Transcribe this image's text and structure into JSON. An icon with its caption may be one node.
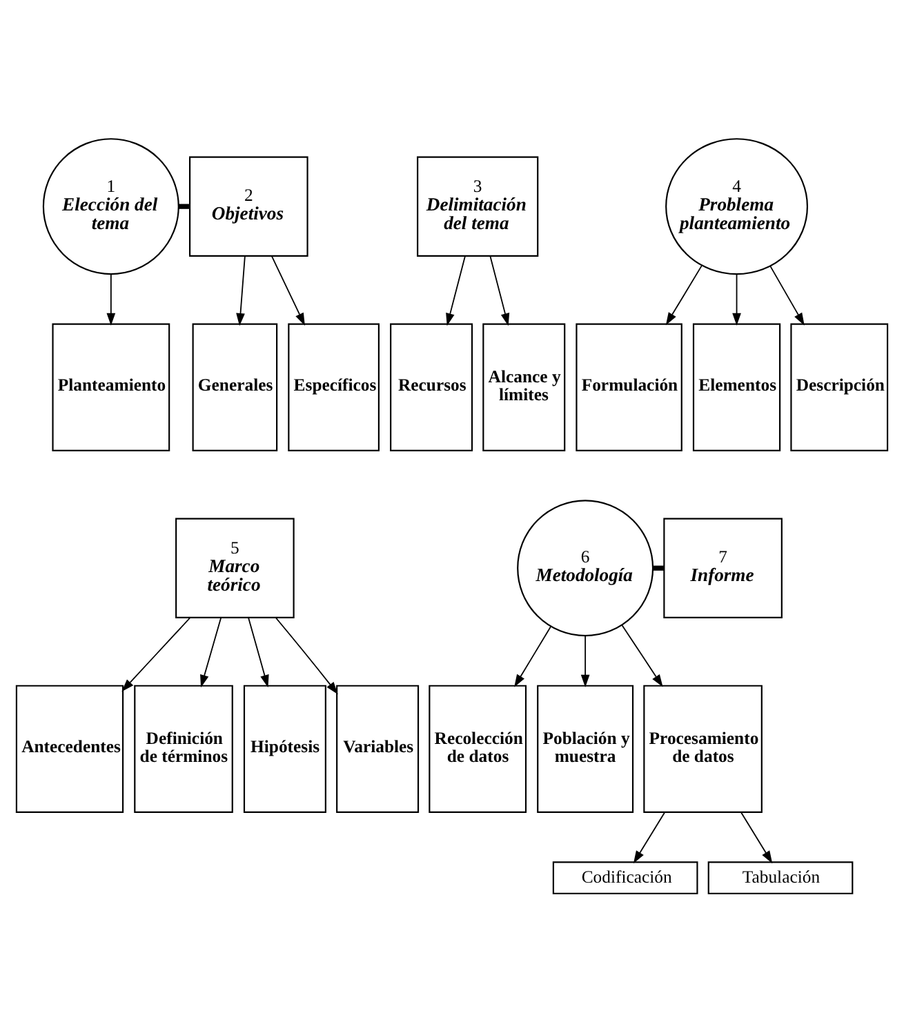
{
  "diagram": {
    "nodes": [
      {
        "text": [
          "1",
          "Elección del tema"
        ]
      },
      {
        "text": [
          "2",
          "Objetivos"
        ]
      },
      {
        "text": [
          "3",
          "Delimitación del tema"
        ]
      },
      {
        "text": [
          "4",
          "Problema planteamiento"
        ]
      },
      {
        "text": [
          "Planteamiento"
        ]
      },
      {
        "text": [
          "Generales"
        ]
      },
      {
        "text": [
          "Específicos"
        ]
      },
      {
        "text": [
          "Recursos"
        ]
      },
      {
        "text": [
          "Alcance y límites"
        ]
      },
      {
        "text": [
          "Formulación"
        ]
      },
      {
        "text": [
          "Elementos"
        ]
      },
      {
        "text": [
          "Descripción"
        ]
      },
      {
        "text": [
          "5",
          "Marco teórico"
        ]
      },
      {
        "text": [
          "6",
          "Metodología"
        ]
      },
      {
        "text": [
          "7",
          "Informe"
        ]
      },
      {
        "text": [
          "Antecedentes"
        ]
      },
      {
        "text": [
          "Definición de términos"
        ]
      },
      {
        "text": [
          "Hipótesis"
        ]
      },
      {
        "text": [
          "Variables"
        ]
      },
      {
        "text": [
          "Recolección de datos"
        ]
      },
      {
        "text": [
          "Población y muestra"
        ]
      },
      {
        "text": [
          "Procesamiento de datos"
        ]
      },
      {
        "text": [
          "Codificación"
        ]
      },
      {
        "text": [
          "Tabulación"
        ]
      }
    ],
    "edges": [
      {
        "from": 0,
        "to": 1,
        "arrow": "none",
        "style": "thick"
      },
      {
        "from": 0,
        "to": 4,
        "arrow": "to"
      },
      {
        "from": 1,
        "to": 5,
        "arrow": "to"
      },
      {
        "from": 1,
        "to": 6,
        "arrow": "to"
      },
      {
        "from": 2,
        "to": 7,
        "arrow": "to"
      },
      {
        "from": 2,
        "to": 8,
        "arrow": "to"
      },
      {
        "from": 3,
        "to": 9,
        "arrow": "to"
      },
      {
        "from": 3,
        "to": 10,
        "arrow": "to"
      },
      {
        "from": 3,
        "to": 11,
        "arrow": "to"
      },
      {
        "from": 13,
        "to": 14,
        "arrow": "none",
        "style": "thick"
      },
      {
        "from": 12,
        "to": 15,
        "arrow": "to"
      },
      {
        "from": 12,
        "to": 16,
        "arrow": "to"
      },
      {
        "from": 12,
        "to": 17,
        "arrow": "to"
      },
      {
        "from": 12,
        "to": 18,
        "arrow": "to"
      },
      {
        "from": 13,
        "to": 19,
        "arrow": "to"
      },
      {
        "from": 13,
        "to": 20,
        "arrow": "to"
      },
      {
        "from": 13,
        "to": 21,
        "arrow": "to"
      },
      {
        "from": 21,
        "to": 22,
        "arrow": "to"
      },
      {
        "from": 21,
        "to": 23,
        "arrow": "to"
      }
    ]
  }
}
